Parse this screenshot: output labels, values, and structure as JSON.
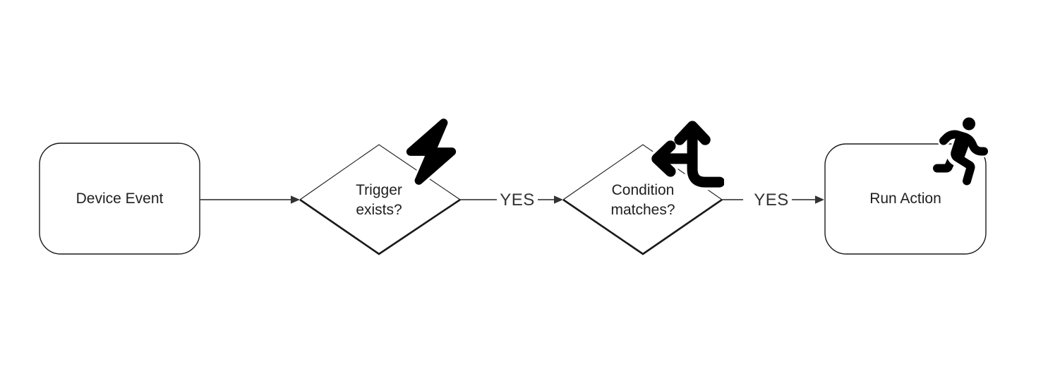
{
  "diagram": {
    "type": "flowchart",
    "background_color": "#ffffff",
    "shape_stroke_color": "#1a1a1a",
    "edge_line_color": "#424242",
    "node_text_color": "#1f1f1f",
    "edge_label_color": "#333333",
    "icon_color": "#000000",
    "nodes": [
      {
        "id": "device-event",
        "shape": "rounded-rectangle",
        "label": "Device Event",
        "icon": null
      },
      {
        "id": "trigger-exists",
        "shape": "decision-diamond",
        "label": "Trigger exists?",
        "icon": "lightning-bolt-icon"
      },
      {
        "id": "condition-matches",
        "shape": "decision-diamond",
        "label": "Condition matches?",
        "icon": "arrows-split-up-left-icon"
      },
      {
        "id": "run-action",
        "shape": "rounded-rectangle",
        "label": "Run Action",
        "icon": "person-running-icon"
      }
    ],
    "edges": [
      {
        "from": "device-event",
        "to": "trigger-exists",
        "label": ""
      },
      {
        "from": "trigger-exists",
        "to": "condition-matches",
        "label": "YES"
      },
      {
        "from": "condition-matches",
        "to": "run-action",
        "label": "YES"
      }
    ]
  }
}
